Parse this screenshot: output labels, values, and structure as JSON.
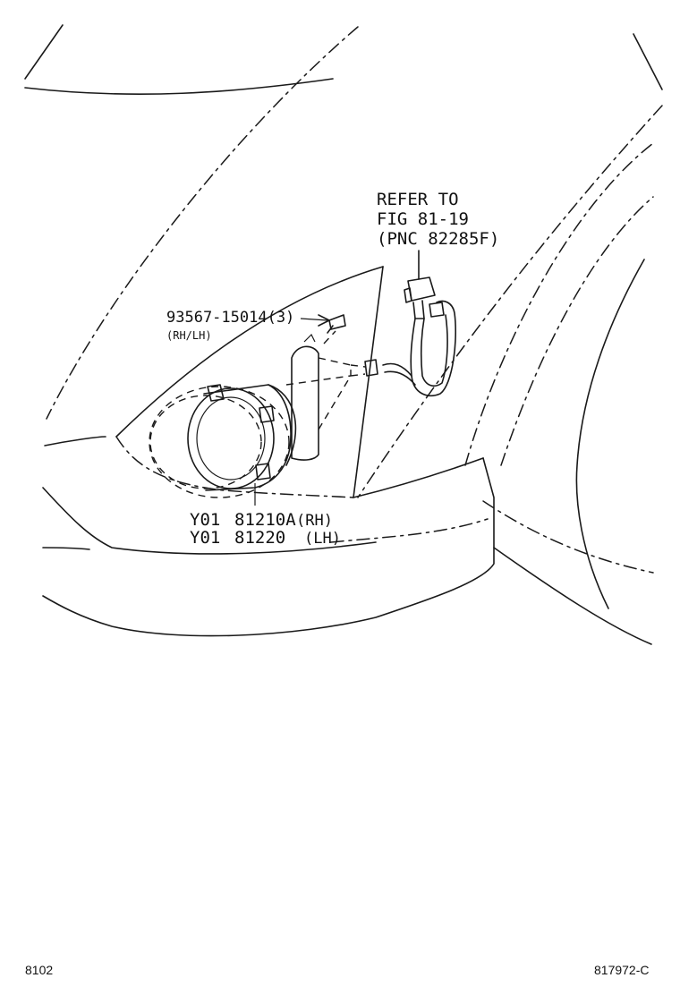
{
  "labels": {
    "refer_line1": "REFER TO",
    "refer_line2": "FIG 81-19",
    "refer_line3": "(PNC 82285F)",
    "bolt_part": "93567-15014(3)",
    "bolt_note": "(RH/LH)",
    "lamp_prefix": "Y01",
    "lamp_rh_part": "81210A",
    "lamp_rh_side": "(RH)",
    "lamp_lh_part": "81220",
    "lamp_lh_side": "(LH)",
    "footer_left": "8102",
    "footer_right": "817972-C"
  }
}
